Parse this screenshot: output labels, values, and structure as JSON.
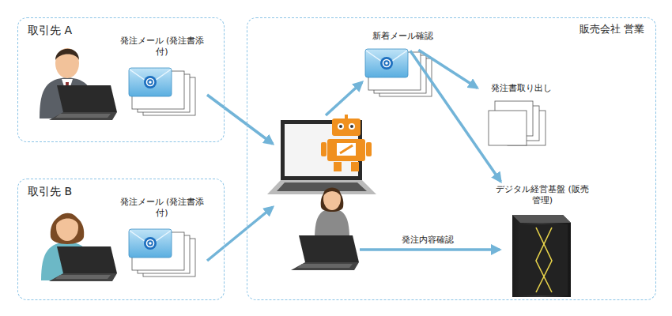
{
  "diagram": {
    "nodes": [
      {
        "text": [
          "取引先 A"
        ]
      },
      {
        "text": [
          "発注メール (発注書添付)"
        ],
        "in": 0
      },
      {
        "text": [
          "取引先 B"
        ]
      },
      {
        "text": [
          "発注メール (発注書添付)"
        ],
        "in": 2
      },
      {
        "text": [
          "販売会社 営業"
        ]
      },
      {
        "text": [
          "新着メール確認"
        ],
        "in": 4
      },
      {
        "text": [
          "発注書取り出し"
        ],
        "in": 4
      },
      {
        "text": [
          "デジタル経営基盤 (販売管理)"
        ],
        "in": 4
      }
    ],
    "edges": [
      {
        "from": 5,
        "to": 6,
        "arrow": "to"
      },
      {
        "from": 5,
        "to": 7,
        "arrow": "to"
      }
    ],
    "labels": [
      "発注内容確認"
    ]
  }
}
